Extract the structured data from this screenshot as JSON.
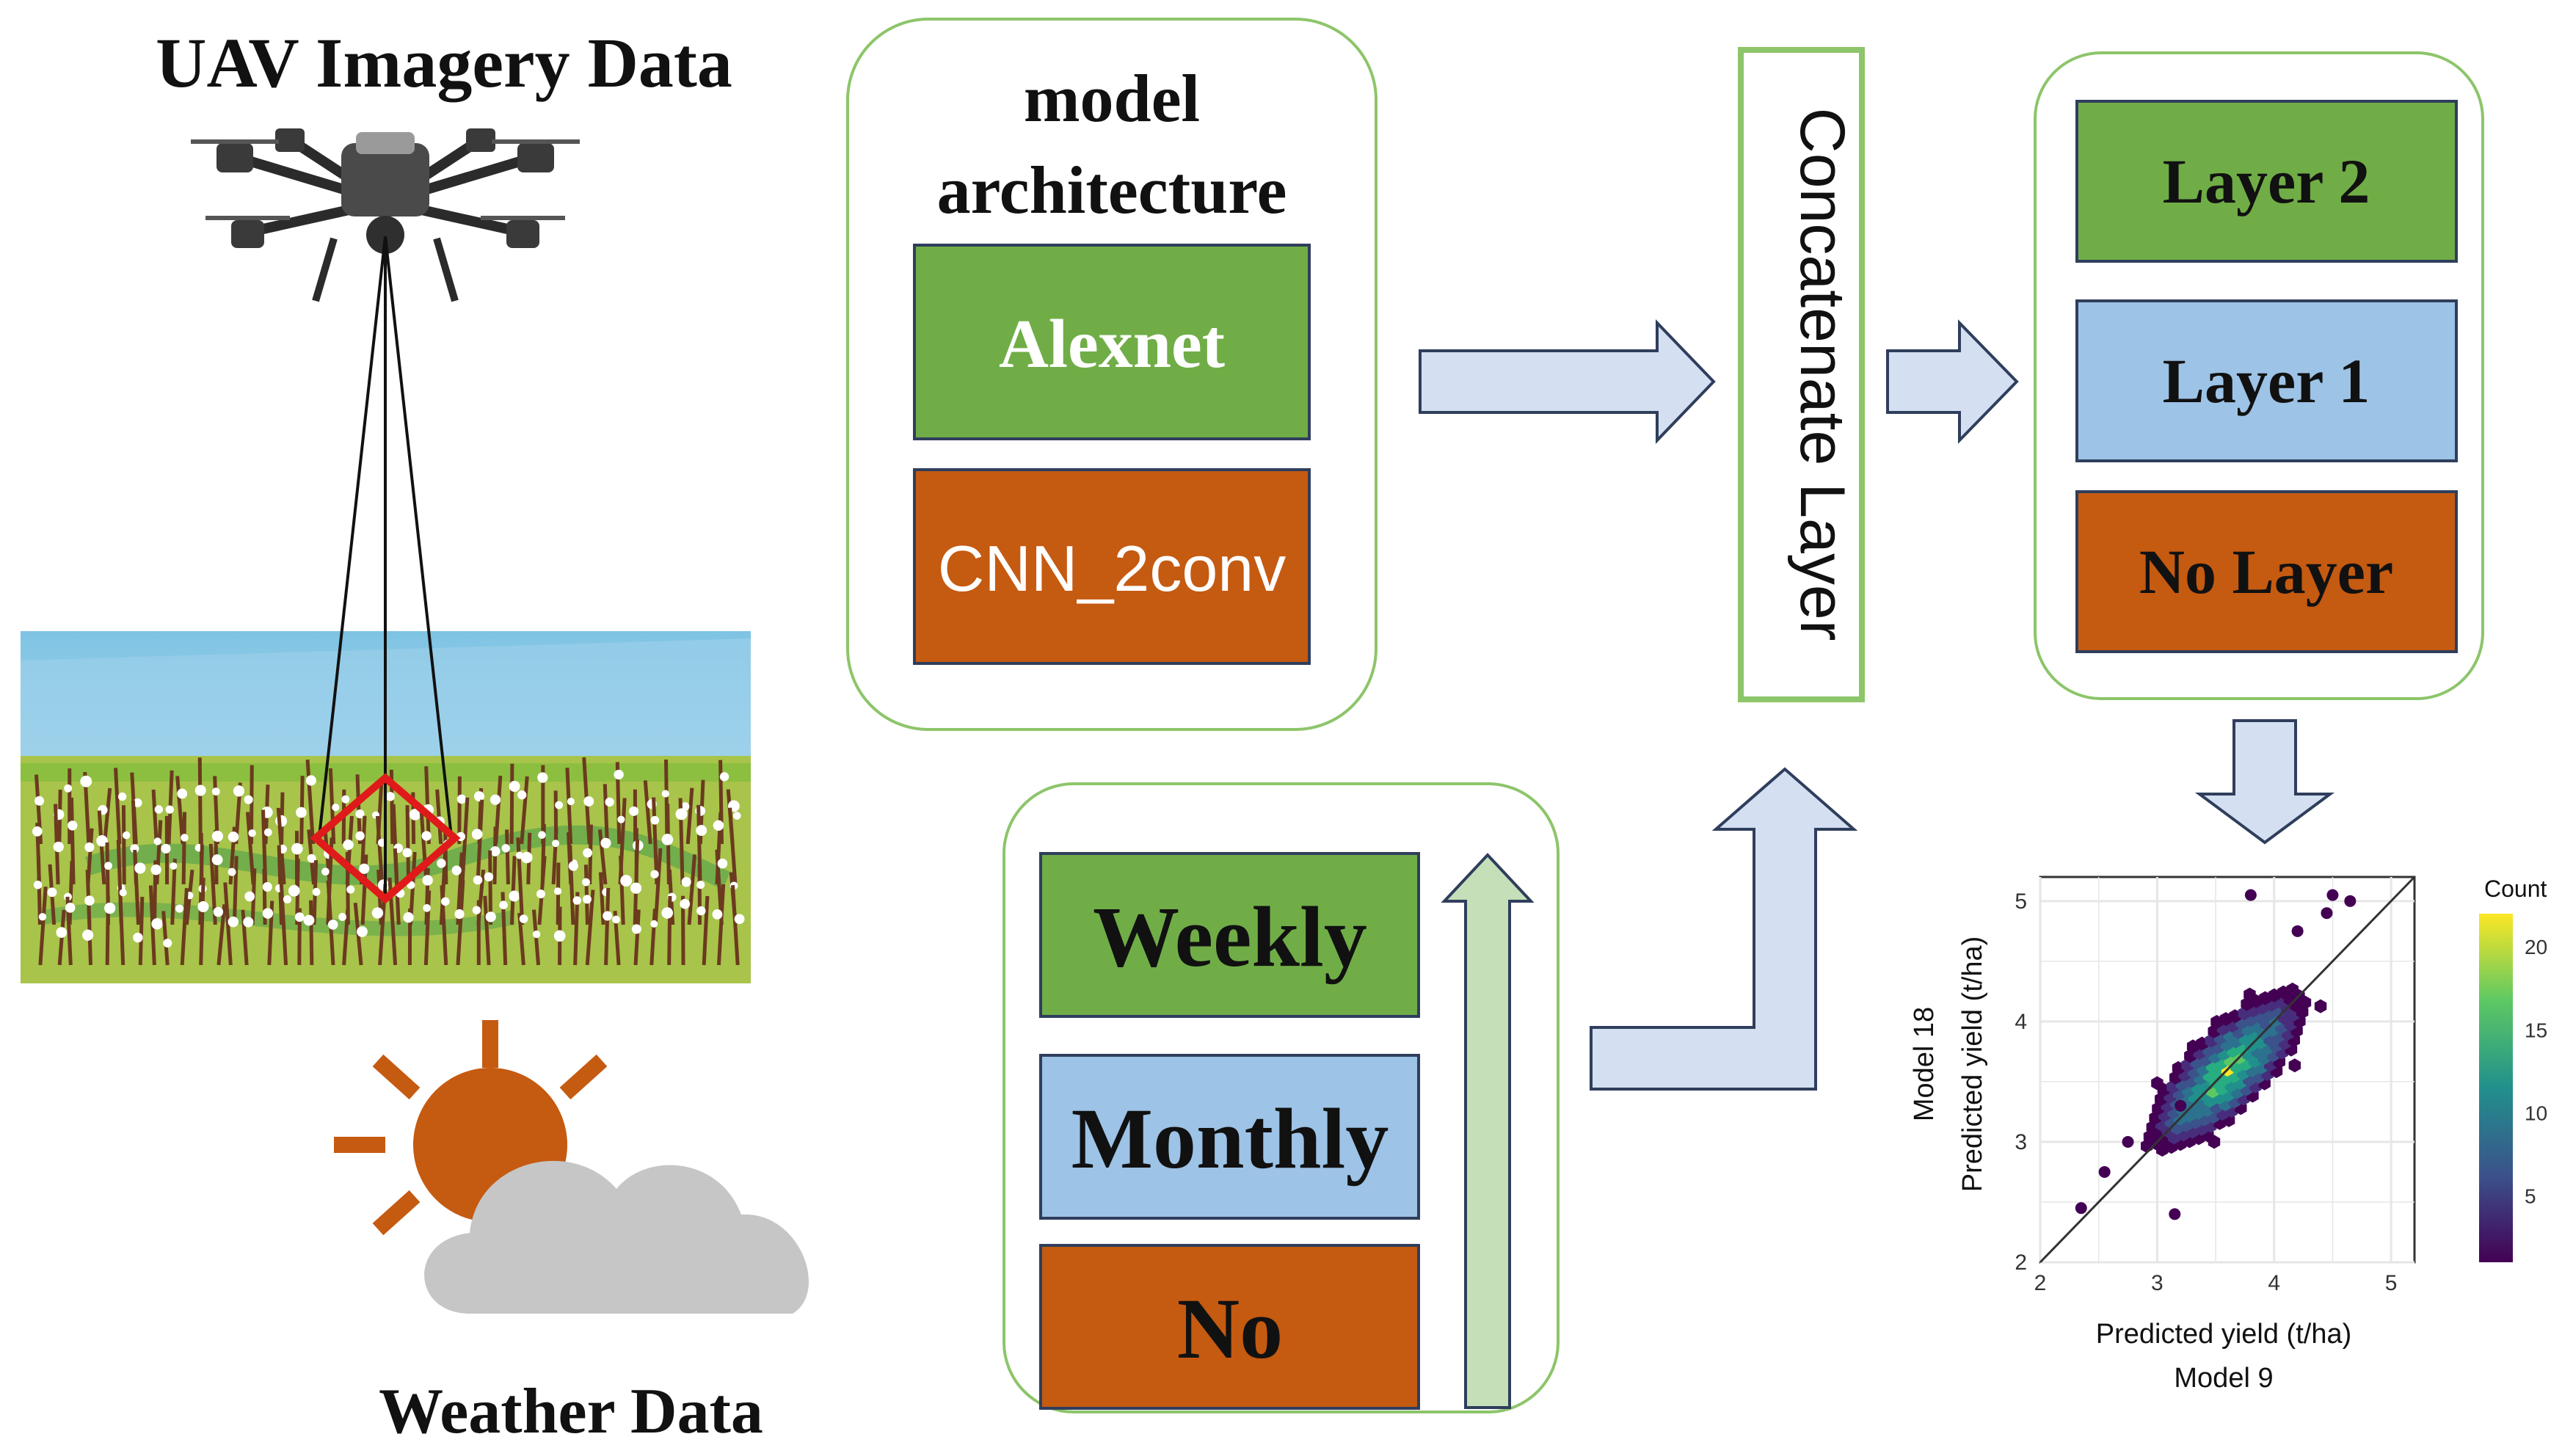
{
  "colors": {
    "green": "#70AD47",
    "blue": "#9DC3E6",
    "orange": "#C55A11",
    "frame": "#8DC56A",
    "arrow_fill": "#D4DFF2",
    "arrow_stroke": "#2F3E5C",
    "up_arrow_fill": "#C5DFB8"
  },
  "left": {
    "uav_title": "UAV Imagery Data",
    "weather_title": "Weather Data"
  },
  "model_box": {
    "title_line1": "model",
    "title_line2": "architecture",
    "options": [
      "Alexnet",
      "CNN_2conv"
    ]
  },
  "weather_box": {
    "options": [
      "Weekly",
      "Monthly",
      "No"
    ]
  },
  "concat": {
    "label": "Concatenate Layer"
  },
  "layers_box": {
    "layers": [
      "Layer 2",
      "Layer 1",
      "No Layer"
    ]
  },
  "chart_data": {
    "type": "heatmap",
    "title": "",
    "xlabel": "Predicted yield (t/ha)",
    "xlabel_sub": "Model 9",
    "ylabel": "Predicted yield (t/ha)",
    "ylabel_sub": "Model 18",
    "xlim": [
      2,
      5.2
    ],
    "ylim": [
      2,
      5.2
    ],
    "x_ticks": [
      "2",
      "3",
      "4",
      "5"
    ],
    "y_ticks": [
      "2",
      "3",
      "4",
      "5"
    ],
    "legend_title": "Count",
    "legend_ticks": [
      "5",
      "10",
      "15",
      "20"
    ],
    "count_range": [
      1,
      22
    ],
    "reference_line": "y = x"
  }
}
